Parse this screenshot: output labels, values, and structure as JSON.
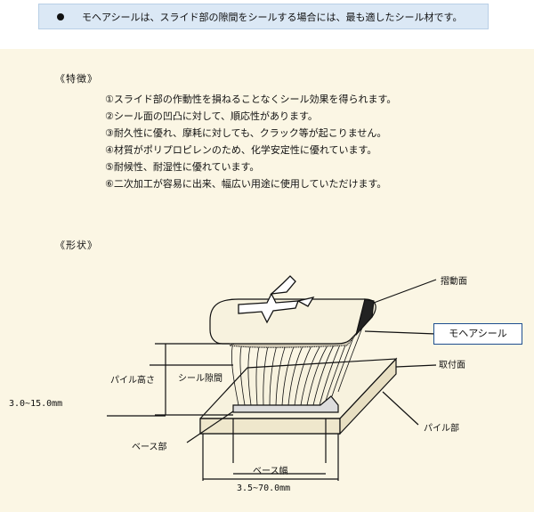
{
  "banner": {
    "text": "モヘアシールは、スライド部の隙間をシールする場合には、最も適したシール材です。"
  },
  "features": {
    "heading": "《特徴》",
    "items": [
      "①スライド部の作動性を損ねることなくシール効果を得られます。",
      "②シール面の凹凸に対して、順応性があります。",
      "③耐久性に優れ、摩耗に対しても、クラック等が起こりません。",
      "④材質がポリプロピレンのため、化学安定性に優れています。",
      "⑤耐候性、耐湿性に優れています。",
      "⑥二次加工が容易に出来、幅広い用途に使用していただけます。"
    ]
  },
  "shape": {
    "heading": "《形状》",
    "labels": {
      "sliding_surface": "摺動面",
      "mohair_seal": "モヘアシール",
      "mounting_surface": "取付面",
      "pile_height": "パイル高さ",
      "seal_gap": "シール隙間",
      "pile_height_range": "3.0~15.0mm",
      "pile_part": "パイル部",
      "base_part": "ベース部",
      "base_width": "ベース幅",
      "base_width_range": "3.5~70.0mm"
    }
  }
}
